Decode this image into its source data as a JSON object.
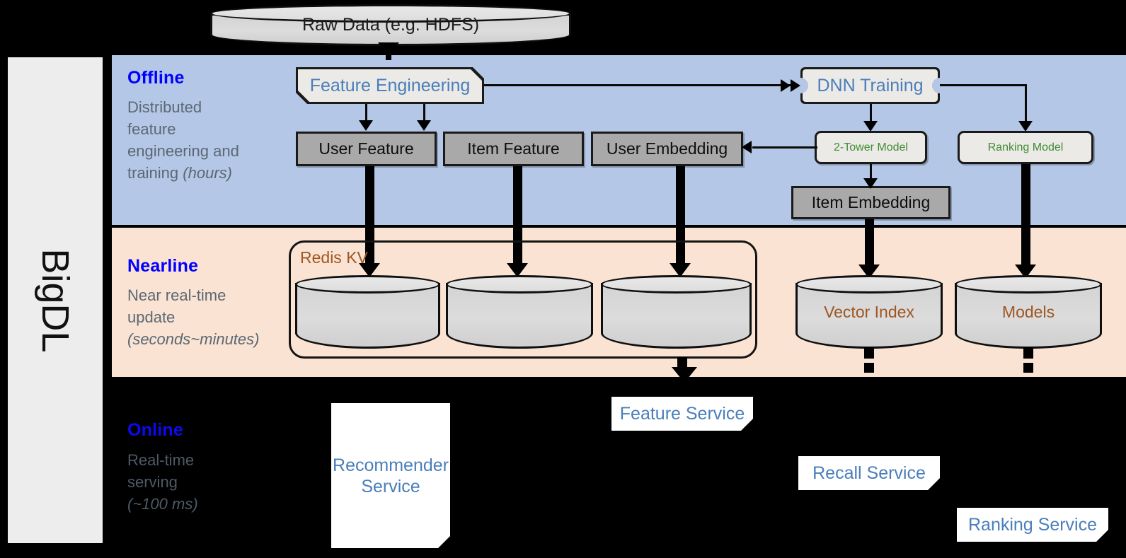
{
  "diagram": {
    "platform_label": "BigDL",
    "source": {
      "label": "Raw Data (e.g. HDFS)"
    },
    "layers": [
      {
        "id": "offline",
        "title": "Offline",
        "description_line1": "Distributed",
        "description_line2": "feature",
        "description_line3": "engineering and",
        "description_line4": "training ",
        "description_emphasis": "(hours)",
        "band_color": "#b4c7e7",
        "title_color": "#0000ff"
      },
      {
        "id": "nearline",
        "title": "Nearline",
        "description_line1": "Near real-time",
        "description_line2": "update",
        "description_emphasis": "(seconds~minutes)",
        "band_color": "#fae3d3",
        "title_color": "#0000ff"
      },
      {
        "id": "online",
        "title": "Online",
        "description_line1": "Real-time",
        "description_line2": "serving",
        "description_emphasis": "(~100 ms)",
        "band_color": "#000000",
        "title_color": "#0b0bf0"
      }
    ],
    "offline_nodes": {
      "feature_engineering": "Feature Engineering",
      "dnn_training": "DNN Training",
      "user_feature": "User Feature",
      "item_feature": "Item Feature",
      "user_embedding": "User Embedding",
      "two_tower_model": "2-Tower Model",
      "ranking_model": "Ranking Model",
      "item_embedding": "Item Embedding"
    },
    "nearline_nodes": {
      "redis_kv": "Redis KV",
      "store_user_feature": "",
      "store_item_feature": "",
      "store_user_embedding": "",
      "vector_index": "Vector Index",
      "models": "Models"
    },
    "online_nodes": {
      "recommender_service": "Recommender Service",
      "feature_service": "Feature Service",
      "recall_service": "Recall Service",
      "ranking_service": "Ranking Service"
    },
    "colors": {
      "accent_blue": "#4a7ebb",
      "accent_green": "#3f8c33",
      "accent_brown": "#9e5622",
      "gray_store": "#a9a9a9",
      "light_node": "#eceae6"
    }
  }
}
